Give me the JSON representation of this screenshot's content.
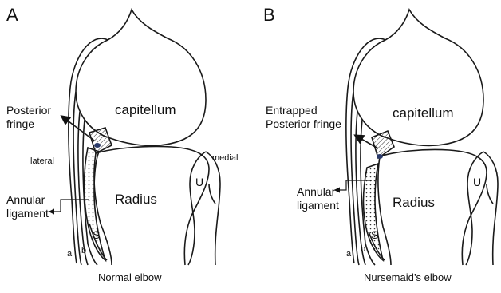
{
  "panels": [
    {
      "letter": "A",
      "caption": "Normal elbow",
      "labels": {
        "capitellum": "capitellum",
        "fringe_line1": "Posterior",
        "fringe_line2": "fringe",
        "lateral": "lateral",
        "medial": "medial",
        "annular_line1": "Annular",
        "annular_line2": "ligament",
        "radius": "Radius",
        "ulna": "U",
        "supinator": "S",
        "a": "a",
        "b": "b"
      }
    },
    {
      "letter": "B",
      "caption": "Nursemaid’s elbow",
      "labels": {
        "capitellum": "capitellum",
        "fringe_line1": "Entrapped",
        "fringe_line2": "Posterior fringe",
        "annular_line1": "Annular",
        "annular_line2": "ligament",
        "radius": "Radius",
        "ulna": "U",
        "supinator": "S",
        "a": "a",
        "b": "b"
      }
    }
  ],
  "colors": {
    "line": "#1a1a1a",
    "fringe_fill": "#2a3a6a"
  }
}
